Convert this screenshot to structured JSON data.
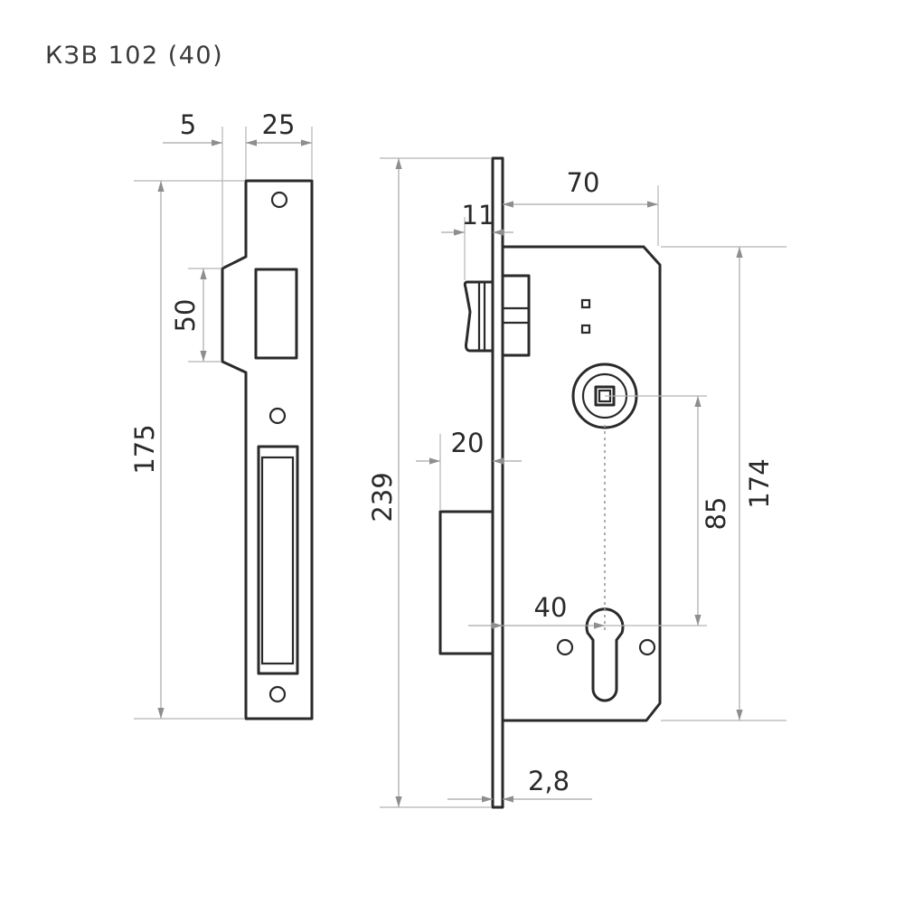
{
  "title": "КЗВ 102 (40)",
  "dimensions": {
    "strike_offset": "5",
    "strike_width": "25",
    "strike_notch": "50",
    "strike_height": "175",
    "faceplate_height": "239",
    "backset": "70",
    "latch_projection": "11",
    "bolt_projection": "20",
    "center_distance": "85",
    "cylinder_backset": "40",
    "body_height": "174",
    "faceplate_thickness": "2,8"
  }
}
